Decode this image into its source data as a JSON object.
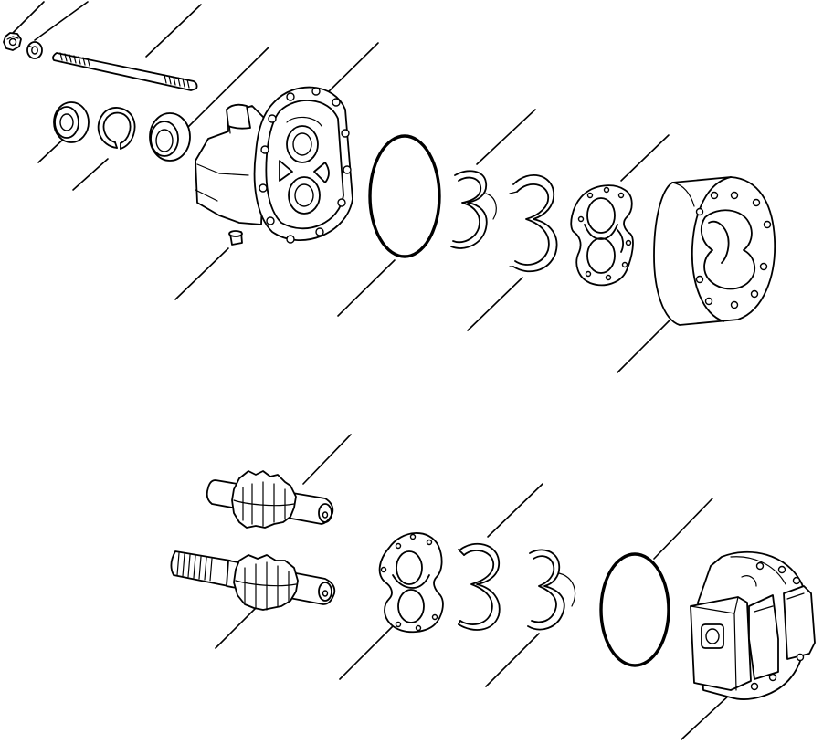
{
  "diagram": {
    "parts": [
      "hex-nut",
      "lock-washer",
      "stud",
      "shaft-seal",
      "snap-ring",
      "oil-seal",
      "drain-plug",
      "mounting-flange",
      "o-ring-front",
      "backup-ring-front",
      "seal-ring-front",
      "wear-plate-front",
      "gear-housing",
      "idler-gear",
      "drive-gear",
      "wear-plate-rear",
      "backup-ring-rear",
      "seal-ring-rear",
      "o-ring-rear",
      "port-end-cover"
    ],
    "callouts": []
  }
}
